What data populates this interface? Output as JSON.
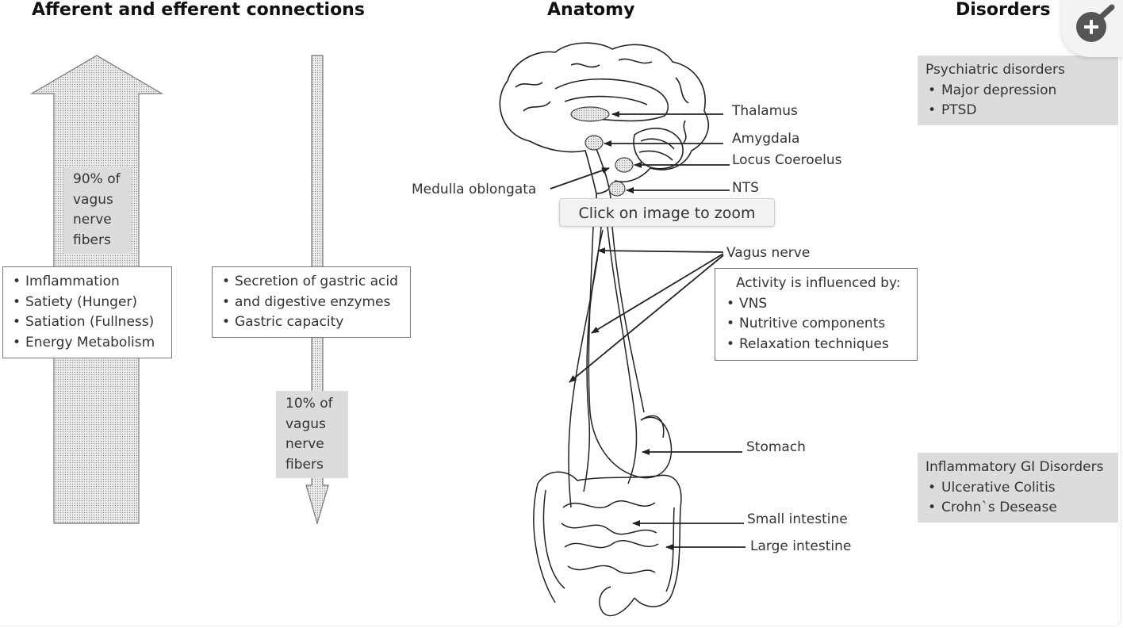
{
  "titles": {
    "connections": "Afferent and efferent connections",
    "anatomy": "Anatomy",
    "disorders": "Disorders"
  },
  "afferent": {
    "fiber_lines": [
      "90% of",
      "vagus",
      "nerve",
      "fibers"
    ],
    "functions": [
      "Imflammation",
      "Satiety (Hunger)",
      "Satiation (Fullness)",
      "Energy Metabolism"
    ]
  },
  "efferent": {
    "fiber_lines": [
      "10% of",
      "vagus",
      "nerve",
      "fibers"
    ],
    "functions": [
      "Secretion of gastric acid",
      "and digestive enzymes",
      "Gastric capacity"
    ]
  },
  "anatomy": {
    "thalamus": "Thalamus",
    "amygdala": "Amygdala",
    "locus": "Locus Coeroelus",
    "nts": "NTS",
    "medulla": "Medulla oblongata",
    "vagus": "Vagus nerve",
    "stomach": "Stomach",
    "small_intestine": "Small intestine",
    "large_intestine": "Large intestine"
  },
  "activity": {
    "heading": "Activity is influenced by:",
    "items": [
      "VNS",
      "Nutritive components",
      "Relaxation techniques"
    ]
  },
  "disorders": {
    "psychiatric": {
      "heading": "Psychiatric disorders",
      "items": [
        "Major depression",
        "PTSD"
      ]
    },
    "gi": {
      "heading": "Inflammatory GI Disorders",
      "items": [
        "Ulcerative Colitis",
        "Crohn`s Desease"
      ]
    }
  },
  "ui": {
    "zoom_tooltip": "Click on image to zoom",
    "zoom_icon": "zoom-in-icon"
  },
  "colors": {
    "gray_box": "#dcdcdc",
    "arrow_fill": "#cfcfcf"
  }
}
